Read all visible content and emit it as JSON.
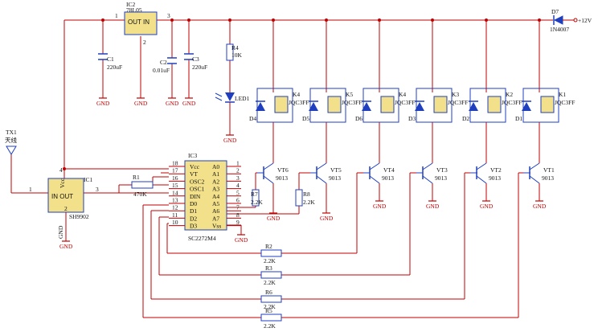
{
  "colors": {
    "wire": "#c00000",
    "component": "#1f3fbf",
    "relay_fill": "#f2e08a",
    "gnd_text": "#c00000",
    "text": "#111111"
  },
  "power": {
    "rail_label": "+12V",
    "diode_d7_ref": "D7",
    "diode_d7_part": "1N4007"
  },
  "regulator": {
    "ref": "IC2",
    "part": "78L05",
    "text": "OUT IN",
    "pins": [
      "1",
      "2",
      "3"
    ]
  },
  "capacitors": [
    {
      "ref": "C1",
      "value": "220uF"
    },
    {
      "ref": "C2",
      "value": "0.01uF"
    },
    {
      "ref": "C3",
      "value": "220uF"
    }
  ],
  "led": {
    "ref": "LED1",
    "resistor_ref": "R4",
    "resistor_value": "10K"
  },
  "antenna": {
    "ref": "TX1",
    "label": "天线"
  },
  "receiver": {
    "ref": "IC1",
    "part": "SH9902",
    "text": "IN OUT",
    "vcc": "Vcc",
    "gnd": "GND",
    "pins": [
      "1",
      "2",
      "3",
      "4"
    ]
  },
  "r1": {
    "ref": "R1",
    "value": "470K"
  },
  "decoder": {
    "ref": "IC3",
    "part": "SC2272M4",
    "left_pins": [
      {
        "num": "18",
        "name": "Vcc"
      },
      {
        "num": "17",
        "name": "VT"
      },
      {
        "num": "16",
        "name": "OSC2"
      },
      {
        "num": "15",
        "name": "OSC1"
      },
      {
        "num": "14",
        "name": "DIN"
      },
      {
        "num": "13",
        "name": "D0"
      },
      {
        "num": "12",
        "name": "D1"
      },
      {
        "num": "11",
        "name": "D2"
      },
      {
        "num": "10",
        "name": "D3"
      }
    ],
    "right_pins": [
      {
        "num": "1",
        "name": "A0"
      },
      {
        "num": "2",
        "name": "A1"
      },
      {
        "num": "3",
        "name": "A2"
      },
      {
        "num": "4",
        "name": "A3"
      },
      {
        "num": "5",
        "name": "A4"
      },
      {
        "num": "6",
        "name": "A5"
      },
      {
        "num": "7",
        "name": "A6"
      },
      {
        "num": "8",
        "name": "A7"
      },
      {
        "num": "9",
        "name": "Vss"
      }
    ]
  },
  "relays": [
    {
      "ref": "K4",
      "diode": "D4",
      "model": "JQC3FF"
    },
    {
      "ref": "K5",
      "diode": "D5",
      "model": "JQC3FF"
    },
    {
      "ref": "K4",
      "diode": "D6",
      "model": "JQC3FF"
    },
    {
      "ref": "K3",
      "diode": "D3",
      "model": "JQC3FF"
    },
    {
      "ref": "K2",
      "diode": "D2",
      "model": "JQC3FF"
    },
    {
      "ref": "K1",
      "diode": "D1",
      "model": "JQC3FF"
    }
  ],
  "transistors": [
    {
      "ref": "VT6",
      "part": "9013"
    },
    {
      "ref": "VT5",
      "part": "9013"
    },
    {
      "ref": "VT4",
      "part": "9013"
    },
    {
      "ref": "VT3",
      "part": "9013"
    },
    {
      "ref": "VT2",
      "part": "9013"
    },
    {
      "ref": "VT1",
      "part": "9013"
    }
  ],
  "base_resistors": [
    {
      "ref": "R7",
      "value": "2.2K"
    },
    {
      "ref": "R8",
      "value": "2.2K"
    },
    {
      "ref": "R2",
      "value": "2.2K"
    },
    {
      "ref": "R3",
      "value": "2.2K"
    },
    {
      "ref": "R6",
      "value": "2.2K"
    },
    {
      "ref": "R5",
      "value": "2.2K"
    }
  ],
  "gnd_label": "GND"
}
